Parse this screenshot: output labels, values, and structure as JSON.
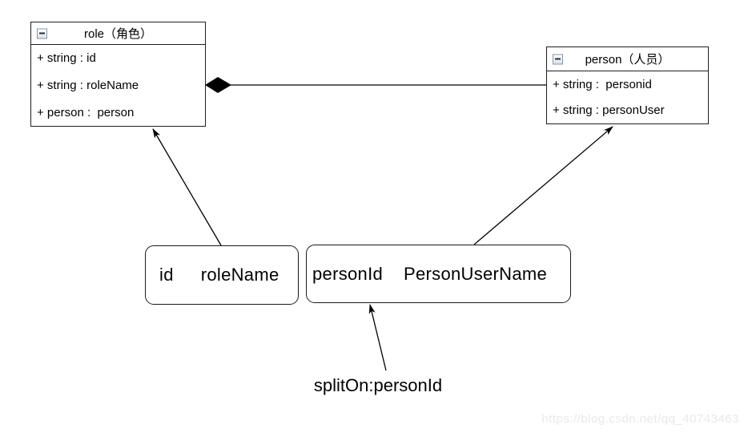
{
  "diagram": {
    "role_class": {
      "title": "role（角色）",
      "attributes": [
        "+ string : id",
        "+ string : roleName",
        "+ person :  person"
      ]
    },
    "person_class": {
      "title": "person（人员）",
      "attributes": [
        "+ string :  personid",
        "+ string : personUser"
      ]
    },
    "role_result_box": {
      "fields": [
        "id",
        "roleName"
      ]
    },
    "person_result_box": {
      "fields": [
        "personId",
        "PersonUserName"
      ]
    },
    "annotation_label": "splitOn:personId",
    "watermark": "https://blog.csdn.net/qq_40743463",
    "relationship": "composition",
    "colors": {
      "line": "#000000",
      "border": "#1f1f1f",
      "watermark": "#e9e9e9",
      "collapse_icon_border": "#8296ad",
      "collapse_icon_fill": "#d9e2ee"
    }
  }
}
